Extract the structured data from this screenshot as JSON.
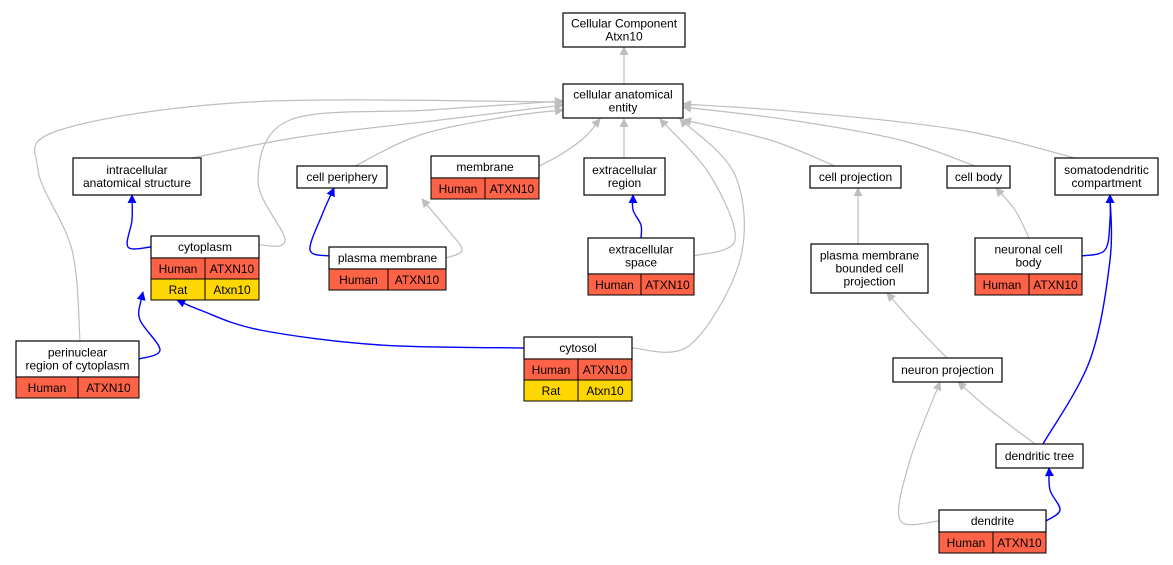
{
  "colors": {
    "human": "#ff6347",
    "rat": "#ffd700",
    "is_a_edge": "#bebebe",
    "part_of_edge": "#0000ff"
  },
  "nodes": {
    "cellular_component": {
      "lines": [
        "Cellular Component",
        "Atxn10"
      ],
      "annotations": []
    },
    "cellular_anatomical_entity": {
      "lines": [
        "cellular anatomical",
        "entity"
      ],
      "annotations": []
    },
    "intracellular_anatomical_structure": {
      "lines": [
        "intracellular",
        "anatomical structure"
      ],
      "annotations": []
    },
    "cell_periphery": {
      "lines": [
        "cell periphery"
      ],
      "annotations": []
    },
    "membrane": {
      "lines": [
        "membrane"
      ],
      "annotations": [
        {
          "species": "Human",
          "gene": "ATXN10"
        }
      ]
    },
    "extracellular_region": {
      "lines": [
        "extracellular",
        "region"
      ],
      "annotations": []
    },
    "cell_projection": {
      "lines": [
        "cell projection"
      ],
      "annotations": []
    },
    "cell_body": {
      "lines": [
        "cell body"
      ],
      "annotations": []
    },
    "somatodendritic_compartment": {
      "lines": [
        "somatodendritic",
        "compartment"
      ],
      "annotations": []
    },
    "cytoplasm": {
      "lines": [
        "cytoplasm"
      ],
      "annotations": [
        {
          "species": "Human",
          "gene": "ATXN10"
        },
        {
          "species": "Rat",
          "gene": "Atxn10"
        }
      ]
    },
    "plasma_membrane": {
      "lines": [
        "plasma membrane"
      ],
      "annotations": [
        {
          "species": "Human",
          "gene": "ATXN10"
        }
      ]
    },
    "extracellular_space": {
      "lines": [
        "extracellular",
        "space"
      ],
      "annotations": [
        {
          "species": "Human",
          "gene": "ATXN10"
        }
      ]
    },
    "plasma_membrane_bounded_cell_projection": {
      "lines": [
        "plasma membrane",
        "bounded cell",
        "projection"
      ],
      "annotations": []
    },
    "neuronal_cell_body": {
      "lines": [
        "neuronal cell",
        "body"
      ],
      "annotations": [
        {
          "species": "Human",
          "gene": "ATXN10"
        }
      ]
    },
    "perinuclear_region": {
      "lines": [
        "perinuclear",
        "region of cytoplasm"
      ],
      "annotations": [
        {
          "species": "Human",
          "gene": "ATXN10"
        }
      ]
    },
    "cytosol": {
      "lines": [
        "cytosol"
      ],
      "annotations": [
        {
          "species": "Human",
          "gene": "ATXN10"
        },
        {
          "species": "Rat",
          "gene": "Atxn10"
        }
      ]
    },
    "neuron_projection": {
      "lines": [
        "neuron projection"
      ],
      "annotations": []
    },
    "dendritic_tree": {
      "lines": [
        "dendritic tree"
      ],
      "annotations": []
    },
    "dendrite": {
      "lines": [
        "dendrite"
      ],
      "annotations": [
        {
          "species": "Human",
          "gene": "ATXN10"
        }
      ]
    }
  },
  "edges": [
    {
      "from": "cellular_anatomical_entity",
      "to": "cellular_component",
      "relation": "is_a"
    },
    {
      "from": "intracellular_anatomical_structure",
      "to": "cellular_anatomical_entity",
      "relation": "is_a"
    },
    {
      "from": "cell_periphery",
      "to": "cellular_anatomical_entity",
      "relation": "is_a"
    },
    {
      "from": "membrane",
      "to": "cellular_anatomical_entity",
      "relation": "is_a"
    },
    {
      "from": "extracellular_region",
      "to": "cellular_anatomical_entity",
      "relation": "is_a"
    },
    {
      "from": "cell_projection",
      "to": "cellular_anatomical_entity",
      "relation": "is_a"
    },
    {
      "from": "cell_body",
      "to": "cellular_anatomical_entity",
      "relation": "is_a"
    },
    {
      "from": "somatodendritic_compartment",
      "to": "cellular_anatomical_entity",
      "relation": "is_a"
    },
    {
      "from": "cytoplasm",
      "to": "cellular_anatomical_entity",
      "relation": "is_a"
    },
    {
      "from": "perinuclear_region",
      "to": "cellular_anatomical_entity",
      "relation": "is_a"
    },
    {
      "from": "extracellular_space",
      "to": "cellular_anatomical_entity",
      "relation": "is_a"
    },
    {
      "from": "cytosol",
      "to": "cellular_anatomical_entity",
      "relation": "is_a"
    },
    {
      "from": "cytoplasm",
      "to": "intracellular_anatomical_structure",
      "relation": "part_of"
    },
    {
      "from": "plasma_membrane",
      "to": "cell_periphery",
      "relation": "part_of"
    },
    {
      "from": "plasma_membrane",
      "to": "membrane",
      "relation": "is_a"
    },
    {
      "from": "extracellular_space",
      "to": "extracellular_region",
      "relation": "part_of"
    },
    {
      "from": "perinuclear_region",
      "to": "cytoplasm",
      "relation": "part_of"
    },
    {
      "from": "cytosol",
      "to": "cytoplasm",
      "relation": "part_of"
    },
    {
      "from": "plasma_membrane_bounded_cell_projection",
      "to": "cell_projection",
      "relation": "is_a"
    },
    {
      "from": "neuronal_cell_body",
      "to": "cell_body",
      "relation": "is_a"
    },
    {
      "from": "neuronal_cell_body",
      "to": "somatodendritic_compartment",
      "relation": "part_of"
    },
    {
      "from": "neuron_projection",
      "to": "plasma_membrane_bounded_cell_projection",
      "relation": "is_a"
    },
    {
      "from": "dendritic_tree",
      "to": "neuron_projection",
      "relation": "is_a"
    },
    {
      "from": "dendritic_tree",
      "to": "somatodendritic_compartment",
      "relation": "part_of"
    },
    {
      "from": "dendrite",
      "to": "neuron_projection",
      "relation": "is_a"
    },
    {
      "from": "dendrite",
      "to": "dendritic_tree",
      "relation": "part_of"
    }
  ]
}
